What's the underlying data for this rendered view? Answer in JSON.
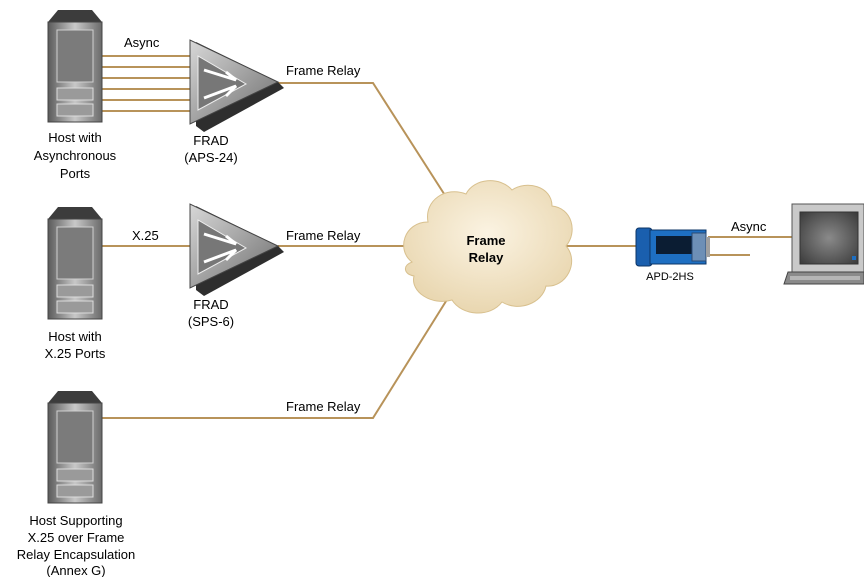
{
  "colors": {
    "link": "#b8935a",
    "cloud": "#f2e4c8",
    "server_body": "#8a8a8a",
    "frad_body": "#9a9a9a",
    "modem_blue": "#1e6fc2"
  },
  "hosts": [
    {
      "lines": [
        "Host with",
        "Asynchronous",
        "Ports"
      ]
    },
    {
      "lines": [
        "Host with",
        "X.25 Ports"
      ]
    },
    {
      "lines": [
        "Host Supporting",
        "X.25 over Frame",
        "Relay Encapsulation",
        "(Annex G)"
      ]
    }
  ],
  "frads": [
    {
      "lines": [
        "FRAD",
        "(APS-24)"
      ]
    },
    {
      "lines": [
        "FRAD",
        "(SPS-6)"
      ]
    }
  ],
  "links": {
    "async_top": "Async",
    "x25": "X.25",
    "fr1": "Frame Relay",
    "fr2": "Frame Relay",
    "fr3": "Frame Relay",
    "async_right": "Async"
  },
  "cloud": {
    "line1": "Frame",
    "line2": "Relay"
  },
  "device": {
    "label": "APD-2HS"
  },
  "icons": [
    "server-icon",
    "frad-icon",
    "cloud-icon",
    "modem-icon",
    "computer-icon"
  ]
}
